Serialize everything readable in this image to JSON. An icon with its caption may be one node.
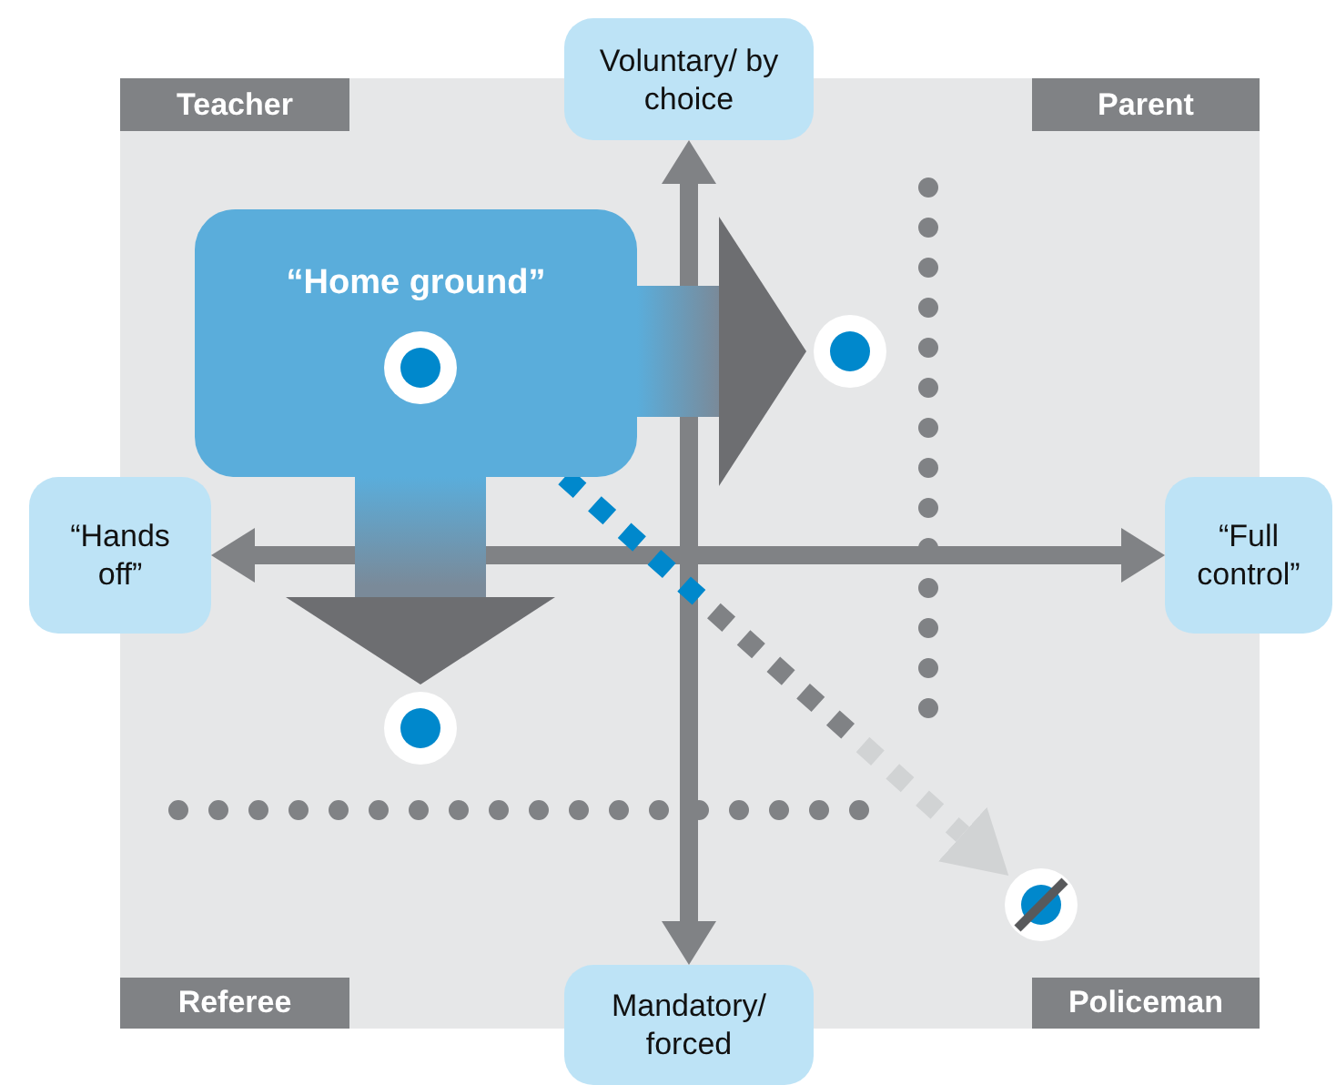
{
  "diagram": {
    "nodes": [
      {
        "text": [
          "Voluntary/ by choice"
        ]
      },
      {
        "text": [
          "Teacher"
        ]
      },
      {
        "text": [
          "Parent"
        ]
      },
      {
        "text": [
          "“Home ground”"
        ]
      },
      {
        "text": [
          "“Hands off”"
        ]
      },
      {
        "text": [
          "“Full control”"
        ]
      },
      {
        "text": [],
        "shape": "circle",
        "in": 3
      },
      {
        "text": [],
        "shape": "circle"
      },
      {
        "text": [],
        "shape": "circle"
      },
      {
        "text": [],
        "shape": "circle"
      },
      {
        "text": [
          "Referee"
        ]
      },
      {
        "text": [
          "Mandatory/ forced"
        ]
      },
      {
        "text": [
          "Policeman"
        ]
      }
    ],
    "edges": [
      {
        "from": 4,
        "to": 5,
        "arrow": "both"
      },
      {
        "from": 0,
        "to": 11,
        "arrow": "both"
      },
      {
        "from": 3,
        "to": 7,
        "arrow": "to",
        "style": "thick"
      },
      {
        "from": 3,
        "to": 8,
        "arrow": "to",
        "style": "thick"
      },
      {
        "from": 3,
        "to": 9,
        "arrow": "to",
        "style": "dashed",
        "color": "#0088cc"
      }
    ]
  }
}
